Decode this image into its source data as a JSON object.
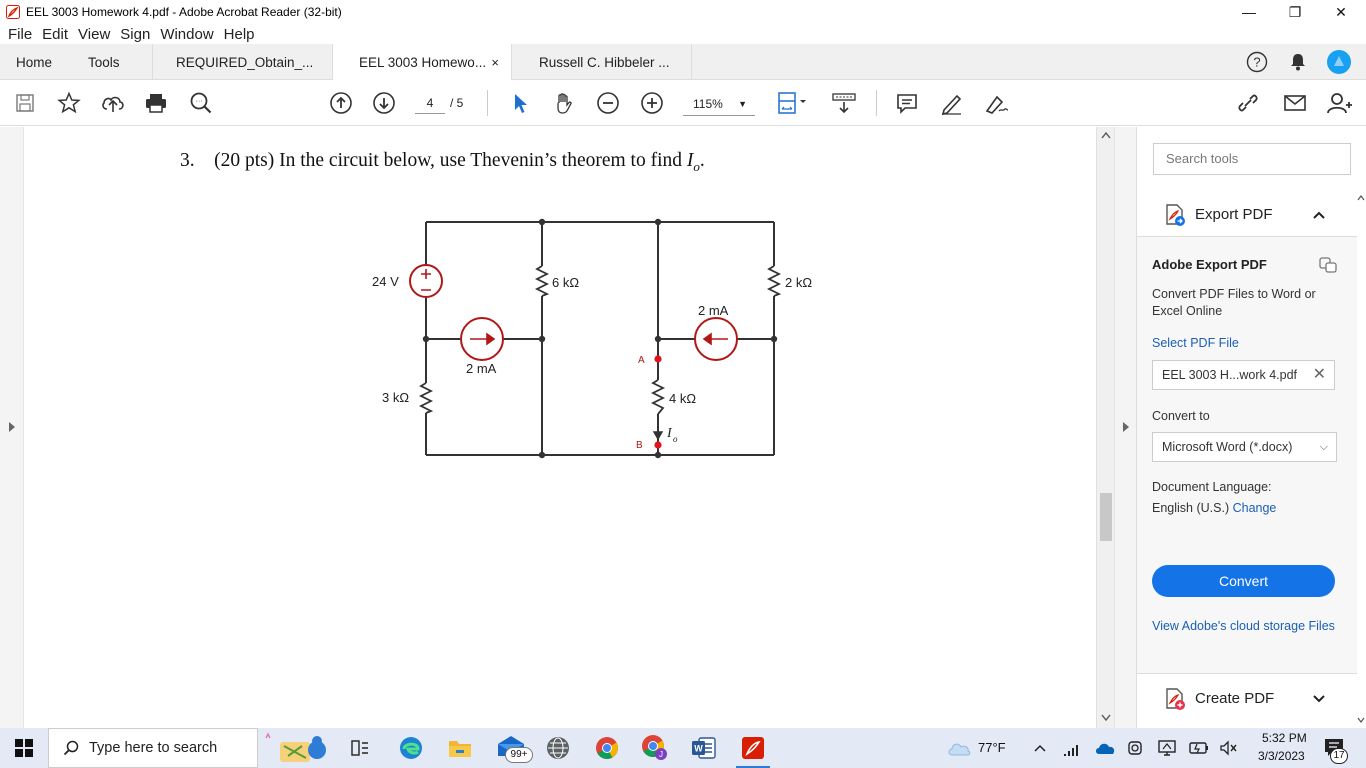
{
  "window": {
    "title": "EEL 3003 Homework 4.pdf - Adobe Acrobat Reader (32-bit)",
    "minimize": "—",
    "restore": "❐",
    "close": "✕"
  },
  "menu": [
    "File",
    "Edit",
    "View",
    "Sign",
    "Window",
    "Help"
  ],
  "tabs": {
    "home": "Home",
    "tools": "Tools",
    "doc1": "REQUIRED_Obtain_...",
    "doc2": "EEL 3003 Homewo...",
    "doc2_close": "×",
    "doc3": "Russell C. Hibbeler ..."
  },
  "toolbar": {
    "page_current": "4",
    "page_total": "/ 5",
    "zoom": "115%"
  },
  "document": {
    "problem_number": "3.",
    "problem_text": "(20 pts) In the circuit below, use Thevenin’s theorem to find ",
    "problem_var": "I",
    "problem_sub": "o",
    "problem_end": ".",
    "circuit": {
      "voltage_source": "24 V",
      "resistor_6k": "6 kΩ",
      "resistor_2k": "2 kΩ",
      "resistor_3k": "3 kΩ",
      "resistor_4k": "4 kΩ",
      "current_left": "2 mA",
      "current_right": "2 mA",
      "node_a": "A",
      "node_b": "B",
      "current_label": "I",
      "current_sub": "o"
    }
  },
  "panel": {
    "search_placeholder": "Search tools",
    "export_header": "Export PDF",
    "adobe_export_title": "Adobe Export PDF",
    "adobe_export_desc": "Convert PDF Files to Word or Excel Online",
    "select_file": "Select PDF File",
    "file_name": "EEL 3003 H...work 4.pdf",
    "convert_to": "Convert to",
    "format": "Microsoft Word (*.docx)",
    "doc_language_label": "Document Language:",
    "doc_language_value": "English (U.S.)",
    "doc_language_change": "Change",
    "convert_button": "Convert",
    "cloud_link": "View Adobe's cloud storage Files",
    "create_header": "Create PDF"
  },
  "taskbar": {
    "search": "Type here to search",
    "mail_badge": "99+",
    "weather": "77°F",
    "time": "5:32 PM",
    "date": "3/3/2023",
    "notif_badge": "17"
  },
  "colors": {
    "accent": "#1473e6",
    "link": "#1a5fb4",
    "circuit_red": "#b01818",
    "node_red": "#e0141e"
  }
}
